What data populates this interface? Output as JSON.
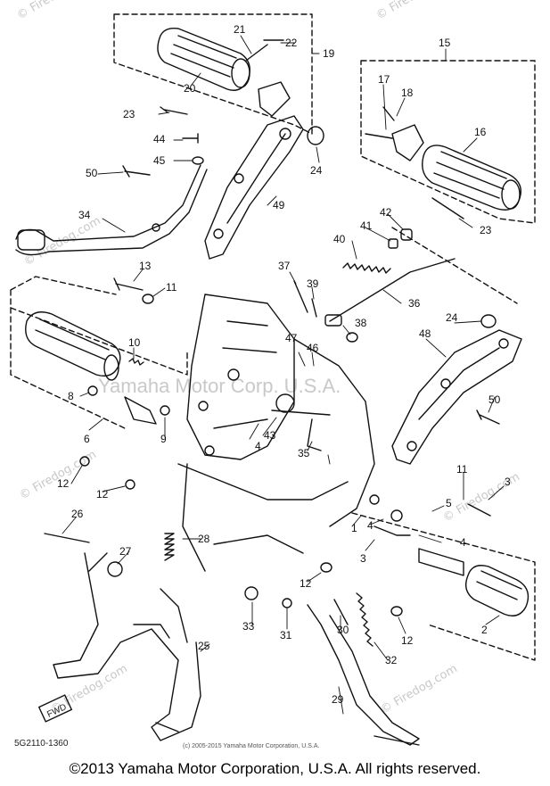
{
  "diagram": {
    "parts": [
      {
        "id": "p1",
        "text": "1"
      },
      {
        "id": "p2",
        "text": "2"
      },
      {
        "id": "p3a",
        "text": "3"
      },
      {
        "id": "p3b",
        "text": "3"
      },
      {
        "id": "p4a",
        "text": "4"
      },
      {
        "id": "p4b",
        "text": "4"
      },
      {
        "id": "p4c",
        "text": "4"
      },
      {
        "id": "p5",
        "text": "5"
      },
      {
        "id": "p6",
        "text": "6"
      },
      {
        "id": "p8",
        "text": "8"
      },
      {
        "id": "p9",
        "text": "9"
      },
      {
        "id": "p10",
        "text": "10"
      },
      {
        "id": "p11a",
        "text": "11"
      },
      {
        "id": "p11b",
        "text": "11"
      },
      {
        "id": "p12a",
        "text": "12"
      },
      {
        "id": "p12b",
        "text": "12"
      },
      {
        "id": "p12c",
        "text": "12"
      },
      {
        "id": "p12d",
        "text": "12"
      },
      {
        "id": "p13",
        "text": "13"
      },
      {
        "id": "p15",
        "text": "15"
      },
      {
        "id": "p16",
        "text": "16"
      },
      {
        "id": "p17",
        "text": "17"
      },
      {
        "id": "p18",
        "text": "18"
      },
      {
        "id": "p19",
        "text": "19"
      },
      {
        "id": "p20",
        "text": "20"
      },
      {
        "id": "p21",
        "text": "21"
      },
      {
        "id": "p22",
        "text": "22"
      },
      {
        "id": "p23a",
        "text": "23"
      },
      {
        "id": "p23b",
        "text": "23"
      },
      {
        "id": "p24a",
        "text": "24"
      },
      {
        "id": "p24b",
        "text": "24"
      },
      {
        "id": "p25",
        "text": "25"
      },
      {
        "id": "p26",
        "text": "26"
      },
      {
        "id": "p27",
        "text": "27"
      },
      {
        "id": "p28",
        "text": "28"
      },
      {
        "id": "p29",
        "text": "29"
      },
      {
        "id": "p30",
        "text": "30"
      },
      {
        "id": "p31",
        "text": "31"
      },
      {
        "id": "p32",
        "text": "32"
      },
      {
        "id": "p33",
        "text": "33"
      },
      {
        "id": "p34",
        "text": "34"
      },
      {
        "id": "p35",
        "text": "35"
      },
      {
        "id": "p36",
        "text": "36"
      },
      {
        "id": "p37",
        "text": "37"
      },
      {
        "id": "p38",
        "text": "38"
      },
      {
        "id": "p39",
        "text": "39"
      },
      {
        "id": "p40",
        "text": "40"
      },
      {
        "id": "p41",
        "text": "41"
      },
      {
        "id": "p42",
        "text": "42"
      },
      {
        "id": "p43",
        "text": "43"
      },
      {
        "id": "p44",
        "text": "44"
      },
      {
        "id": "p45",
        "text": "45"
      },
      {
        "id": "p46",
        "text": "46"
      },
      {
        "id": "p47",
        "text": "47"
      },
      {
        "id": "p48",
        "text": "48"
      },
      {
        "id": "p49",
        "text": "49"
      },
      {
        "id": "p50a",
        "text": "50"
      },
      {
        "id": "p50b",
        "text": "50"
      }
    ],
    "watermark_side": "© Firedog.com",
    "watermark_center": "Yamaha Motor Corp. U.S.A.",
    "diagram_code": "5G2110-1360",
    "small_copyright": "(c) 2005-2015 Yamaha Motor Corporation, U.S.A.",
    "fwd_label": "FWD"
  },
  "footer": {
    "copyright": "©2013 Yamaha Motor Corporation, U.S.A. All rights reserved."
  }
}
